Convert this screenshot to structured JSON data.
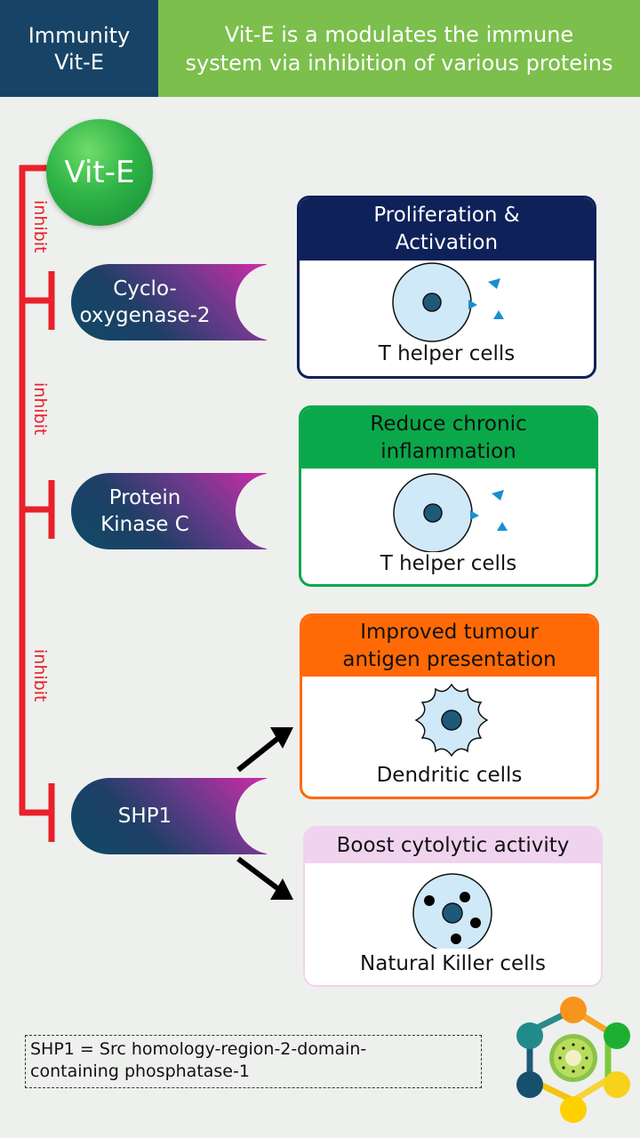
{
  "header": {
    "left_line1": "Immunity",
    "left_line2": "Vit-E",
    "right_line1": "Vit-E is a modulates the immune",
    "right_line2": "system via inhibition of various proteins"
  },
  "source": {
    "label": "Vit-E"
  },
  "inhibit_label": "inhibit",
  "enzymes": [
    {
      "line1": "Cyclo-",
      "line2": "oxygenase-2"
    },
    {
      "line1": "Protein",
      "line2": "Kinase C"
    },
    {
      "line1": "SHP1",
      "line2": ""
    }
  ],
  "effects": [
    {
      "title_line1": "Proliferation &",
      "title_line2": "Activation",
      "cell": "T helper cells",
      "color": "#0e2159"
    },
    {
      "title_line1": "Reduce chronic",
      "title_line2": "inflammation",
      "cell": "T helper cells",
      "color": "#0aa84a"
    },
    {
      "title_line1": "Improved tumour",
      "title_line2": "antigen presentation",
      "cell": "Dendritic cells",
      "color": "#ff6a06"
    },
    {
      "title_line1": "Boost cytolytic activity",
      "title_line2": "",
      "cell": "Natural Killer cells",
      "color": "#f0d3ef"
    }
  ],
  "footnote": {
    "line1": "SHP1 = Src homology-region-2-domain-",
    "line2": "containing phosphatase-1"
  },
  "colors": {
    "inhibit_line": "#e8212a",
    "cell_fill": "#cfe9f8",
    "nucleus": "#1d5a7a",
    "signal": "#1a8ed0"
  }
}
